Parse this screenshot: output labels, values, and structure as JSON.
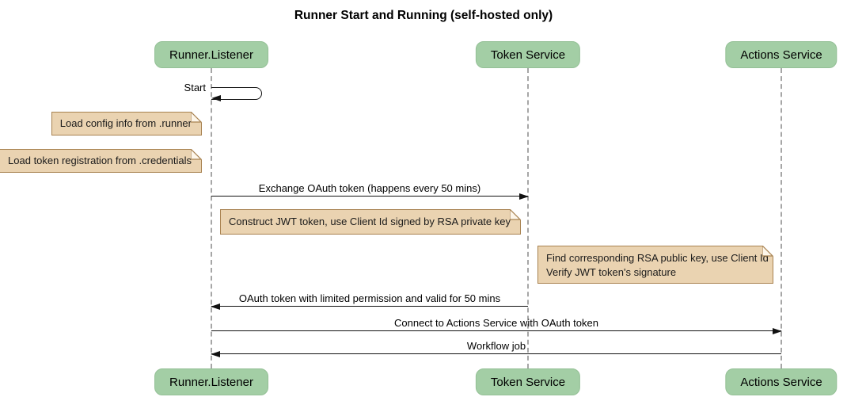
{
  "title": "Runner Start and Running (self-hosted only)",
  "diagram_type": "sequence",
  "participants": [
    {
      "id": "runner-listener",
      "label": "Runner.Listener"
    },
    {
      "id": "token-service",
      "label": "Token Service"
    },
    {
      "id": "actions-service",
      "label": "Actions Service"
    }
  ],
  "messages": [
    {
      "label": "Start",
      "from": "runner-listener",
      "to": "runner-listener",
      "type": "self"
    },
    {
      "label": "Exchange OAuth token (happens every 50 mins)",
      "from": "runner-listener",
      "to": "token-service",
      "type": "solid-arrow"
    },
    {
      "label": "OAuth token with limited permission and valid for 50 mins",
      "from": "token-service",
      "to": "runner-listener",
      "type": "solid-arrow"
    },
    {
      "label": "Connect to Actions Service with OAuth token",
      "from": "runner-listener",
      "to": "actions-service",
      "type": "solid-arrow"
    },
    {
      "label": "Workflow job",
      "from": "actions-service",
      "to": "runner-listener",
      "type": "solid-arrow"
    }
  ],
  "notes": [
    {
      "label": "Load config info from .runner",
      "position": "left of runner-listener"
    },
    {
      "label": "Load token registration from .credentials",
      "position": "left of runner-listener"
    },
    {
      "label": "Construct JWT token, use Client Id signed by RSA private key",
      "position": "between runner-listener and token-service"
    },
    {
      "lines": [
        "Find corresponding RSA public key, use Client Id",
        "Verify JWT token's signature"
      ],
      "position": "between token-service and actions-service"
    }
  ],
  "colors": {
    "background": "#ffffff",
    "participant_fill": "#a3cea5",
    "note_fill": "#ead3b1",
    "note_border": "#a88250",
    "lifeline": "#a6a6a6",
    "arrow": "#111111",
    "text": "#000000"
  }
}
